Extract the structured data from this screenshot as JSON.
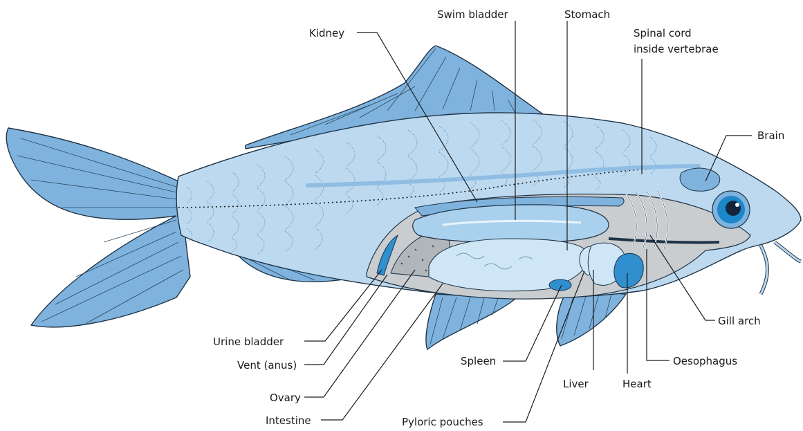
{
  "labels": {
    "kidney": "Kidney",
    "swim_bladder": "Swim bladder",
    "stomach": "Stomach",
    "spinal_cord_line1": "Spinal cord",
    "spinal_cord_line2": "inside vertebrae",
    "brain": "Brain",
    "gill_arch": "Gill arch",
    "oesophagus": "Oesophagus",
    "heart": "Heart",
    "liver": "Liver",
    "spleen": "Spleen",
    "pyloric_pouches": "Pyloric pouches",
    "urine_bladder": "Urine bladder",
    "vent": "Vent (anus)",
    "ovary": "Ovary",
    "intestine": "Intestine"
  },
  "colors": {
    "body": "#bcd9ef",
    "fin": "#7fb3dd",
    "organ_light": "#cfe6f6",
    "organ_dark": "#2f8fcf",
    "cavity_grey": "#c9cdd0",
    "outline": "#1f3347",
    "eye_ring": "#1b86c8"
  }
}
